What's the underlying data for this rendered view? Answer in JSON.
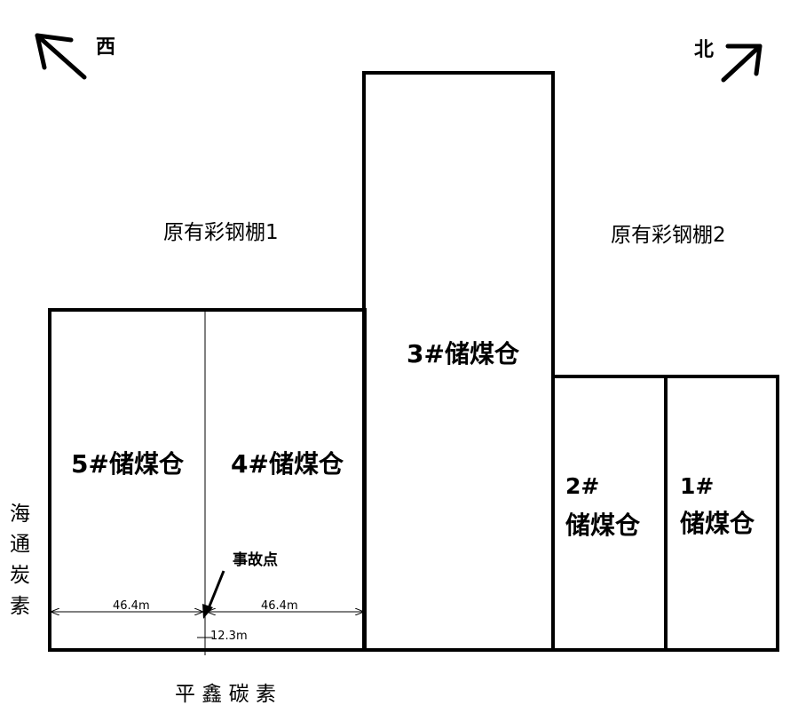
{
  "compass": {
    "west": "西",
    "north": "北"
  },
  "sheds": {
    "shed1": "原有彩钢棚1",
    "shed2": "原有彩钢棚2"
  },
  "bins": {
    "bin5": "5#储煤仓",
    "bin4": "4#储煤仓",
    "bin3": "3#储煤仓",
    "bin2_number": "2#",
    "bin2_name": "储煤仓",
    "bin1_number": "1#",
    "bin1_name": "储煤仓"
  },
  "accident": {
    "label": "事故点"
  },
  "dimensions": {
    "left": "46.4m",
    "right": "46.4m",
    "depth": "12.3m"
  },
  "neighbors": {
    "west_side_chars": [
      "海",
      "通",
      "炭",
      "素"
    ],
    "south_side": "平 鑫 碳 素"
  }
}
